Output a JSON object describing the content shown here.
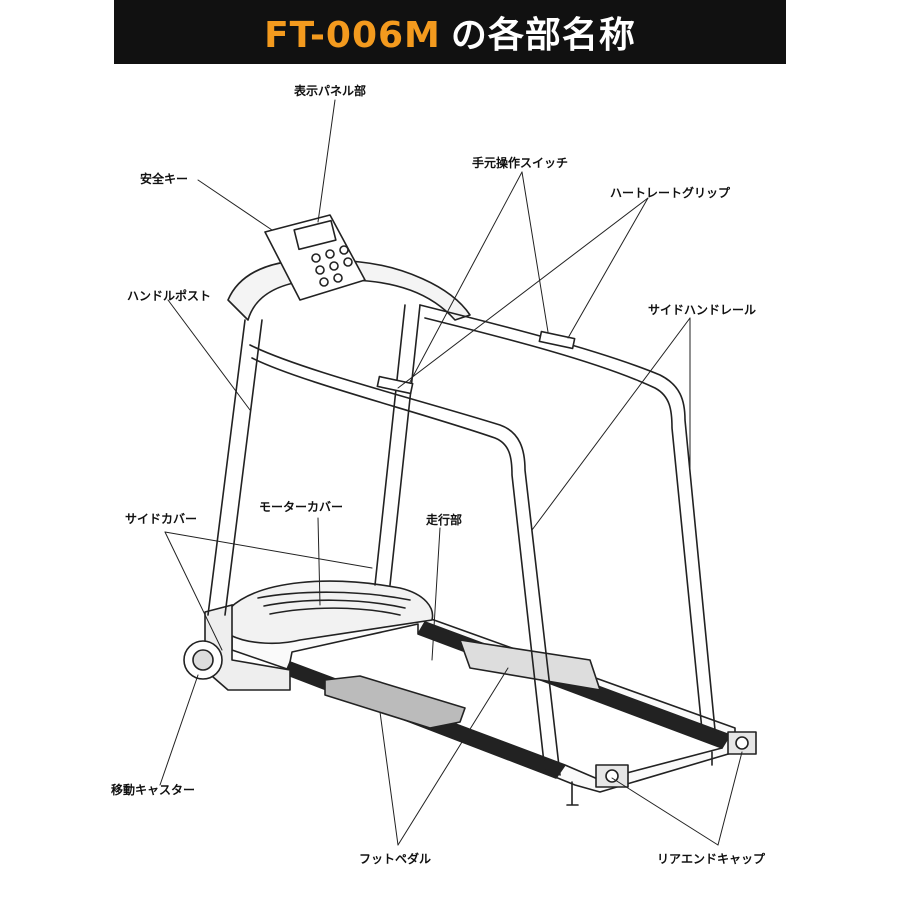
{
  "header": {
    "model": "FT-006M",
    "title_suffix": "の各部名称"
  },
  "labels": {
    "display_panel": "表示パネル部",
    "safety_key": "安全キー",
    "hand_switch": "手元操作スイッチ",
    "heart_rate_grip": "ハートレートグリップ",
    "handle_post": "ハンドルポスト",
    "side_handrail": "サイドハンドレール",
    "side_cover": "サイドカバー",
    "motor_cover": "モーターカバー",
    "running_part": "走行部",
    "caster": "移動キャスター",
    "foot_pedal": "フットペダル",
    "rear_end_cap": "リアエンドキャップ"
  },
  "colors": {
    "banner_bg": "#111111",
    "model_text": "#f39a1e",
    "title_text": "#ffffff",
    "line_art": "#222222"
  }
}
